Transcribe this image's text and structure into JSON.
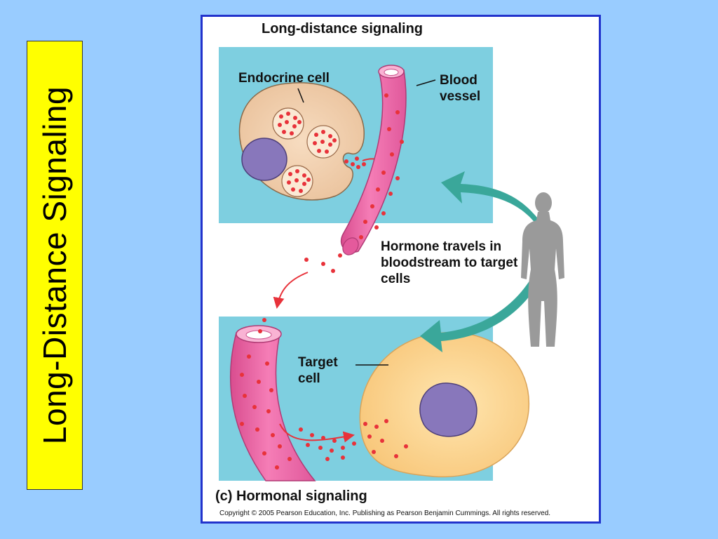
{
  "slide": {
    "side_title": "Long-Distance Signaling"
  },
  "figure": {
    "title": "Long-distance signaling",
    "labels": {
      "endocrine_cell": "Endocrine cell",
      "blood_vessel": "Blood vessel",
      "hormone_travels": "Hormone travels in bloodstream to target cells",
      "target_cell": "Target cell"
    },
    "caption": "(c) Hormonal signaling",
    "copyright": "Copyright © 2005 Pearson Education, Inc. Publishing as Pearson Benjamin Cummings. All rights reserved."
  },
  "colors": {
    "slide_background": "#99ccff",
    "side_title_background": "#ffff00",
    "figure_border": "#2233cc",
    "panel_background": "#7ecfe0",
    "vessel": "#f06aa8",
    "hormone_dot": "#e8323a",
    "nucleus": "#8877bb",
    "arrow_teal": "#3aa79a",
    "human_silhouette": "#9a9a9a"
  }
}
